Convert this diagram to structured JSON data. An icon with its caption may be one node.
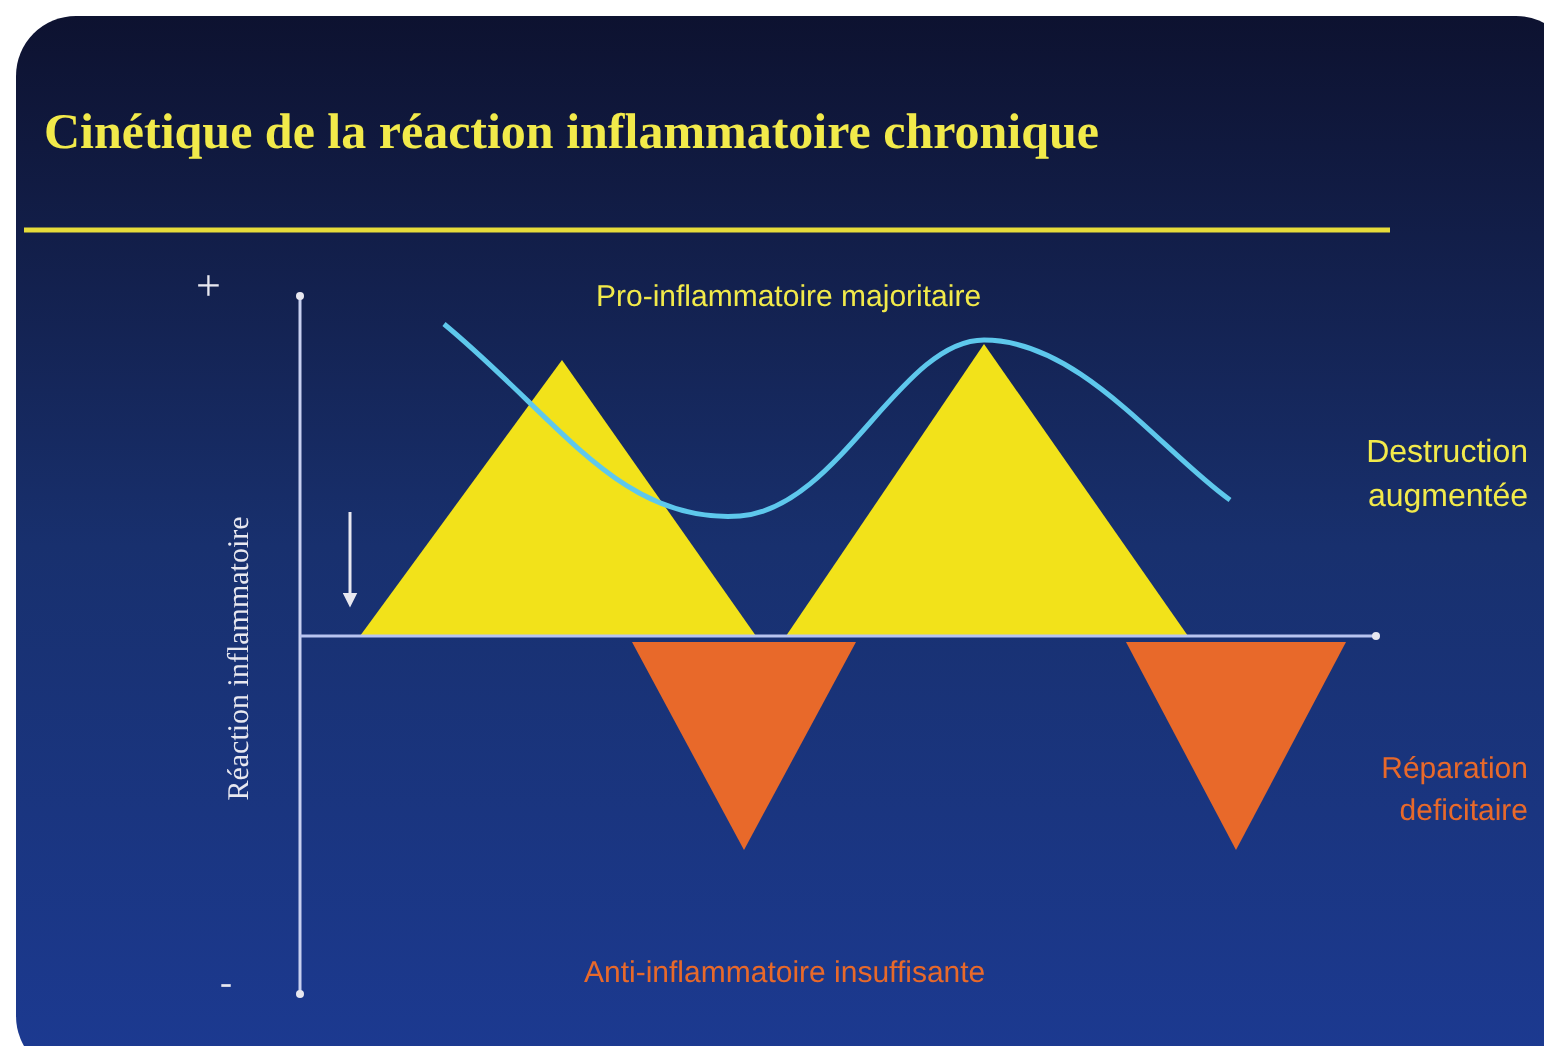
{
  "diagram": {
    "title": "Cinétique de la réaction inflammatoire chronique",
    "labels": [
      "+",
      "Pro-inflammatoire majoritaire",
      "Destruction augmentée",
      "Réaction inflammatoire",
      "Réparation deficitaire",
      "-",
      "Anti-inflammatoire insuffisante"
    ]
  }
}
